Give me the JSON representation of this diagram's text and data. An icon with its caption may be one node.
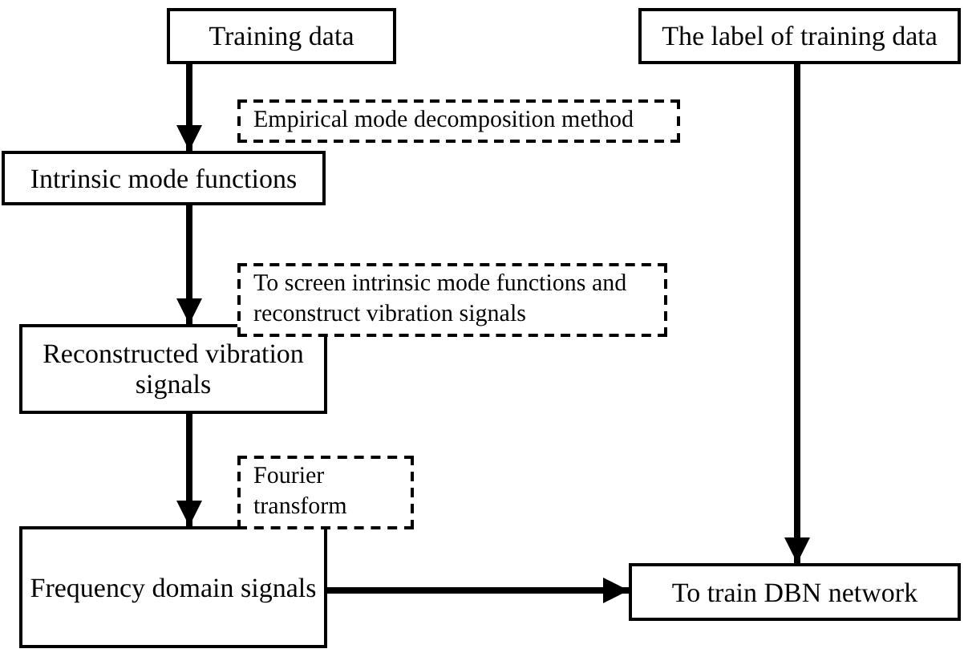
{
  "diagram": {
    "nodes": [
      {
        "text": [
          "Training data"
        ]
      },
      {
        "text": [
          "The label of training data"
        ]
      },
      {
        "text": [
          "Intrinsic mode functions"
        ]
      },
      {
        "text": [
          "Reconstructed vibration signals"
        ]
      },
      {
        "text": [
          "Frequency domain signals"
        ]
      },
      {
        "text": [
          "To train DBN network"
        ]
      }
    ],
    "edges": [
      {
        "from": 0,
        "to": 2,
        "arrow": "to",
        "label": "Empirical mode decomposition method"
      },
      {
        "from": 2,
        "to": 3,
        "arrow": "to",
        "label": "To screen intrinsic mode functions and reconstruct vibration signals"
      },
      {
        "from": 3,
        "to": 4,
        "arrow": "to",
        "label": "Fourier transform"
      },
      {
        "from": 4,
        "to": 5,
        "arrow": "to"
      },
      {
        "from": 1,
        "to": 5,
        "arrow": "to"
      }
    ]
  }
}
